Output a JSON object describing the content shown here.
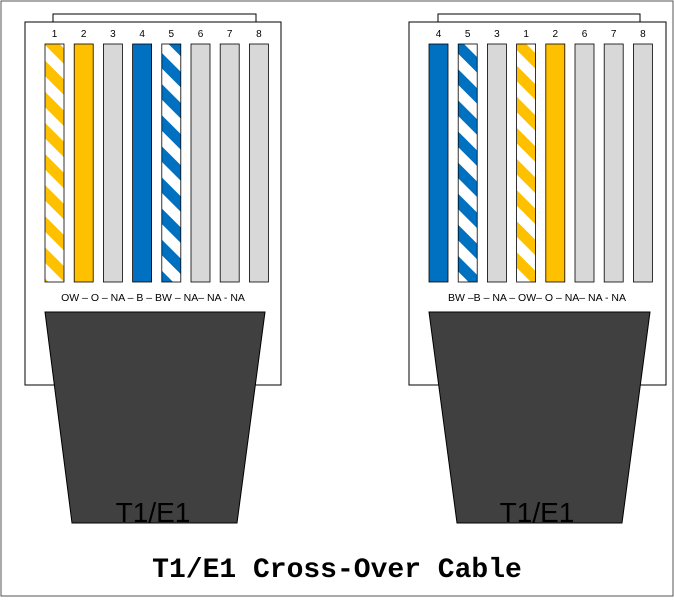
{
  "title": "T1/E1 Cross-Over Cable",
  "colors": {
    "orange": "#ffc000",
    "blue": "#0070c0",
    "gray": "#d8d8d8",
    "boot": "#404040",
    "stripe_bg": "#ffffff"
  },
  "connectors": [
    {
      "id": "left",
      "boot_label": "T1/E1",
      "pins": [
        "1",
        "2",
        "3",
        "4",
        "5",
        "6",
        "7",
        "8"
      ],
      "wires": [
        "orange-striped",
        "orange",
        "gray",
        "blue",
        "blue-striped",
        "gray",
        "gray",
        "gray"
      ],
      "wire_labels": "OW – O – NA – B – BW – NA– NA - NA"
    },
    {
      "id": "right",
      "boot_label": "T1/E1",
      "pins": [
        "4",
        "5",
        "3",
        "1",
        "2",
        "6",
        "7",
        "8"
      ],
      "wires": [
        "blue",
        "blue-striped",
        "gray",
        "orange-striped",
        "orange",
        "gray",
        "gray",
        "gray"
      ],
      "wire_labels": "BW –B – NA – OW– O – NA– NA - NA"
    }
  ]
}
